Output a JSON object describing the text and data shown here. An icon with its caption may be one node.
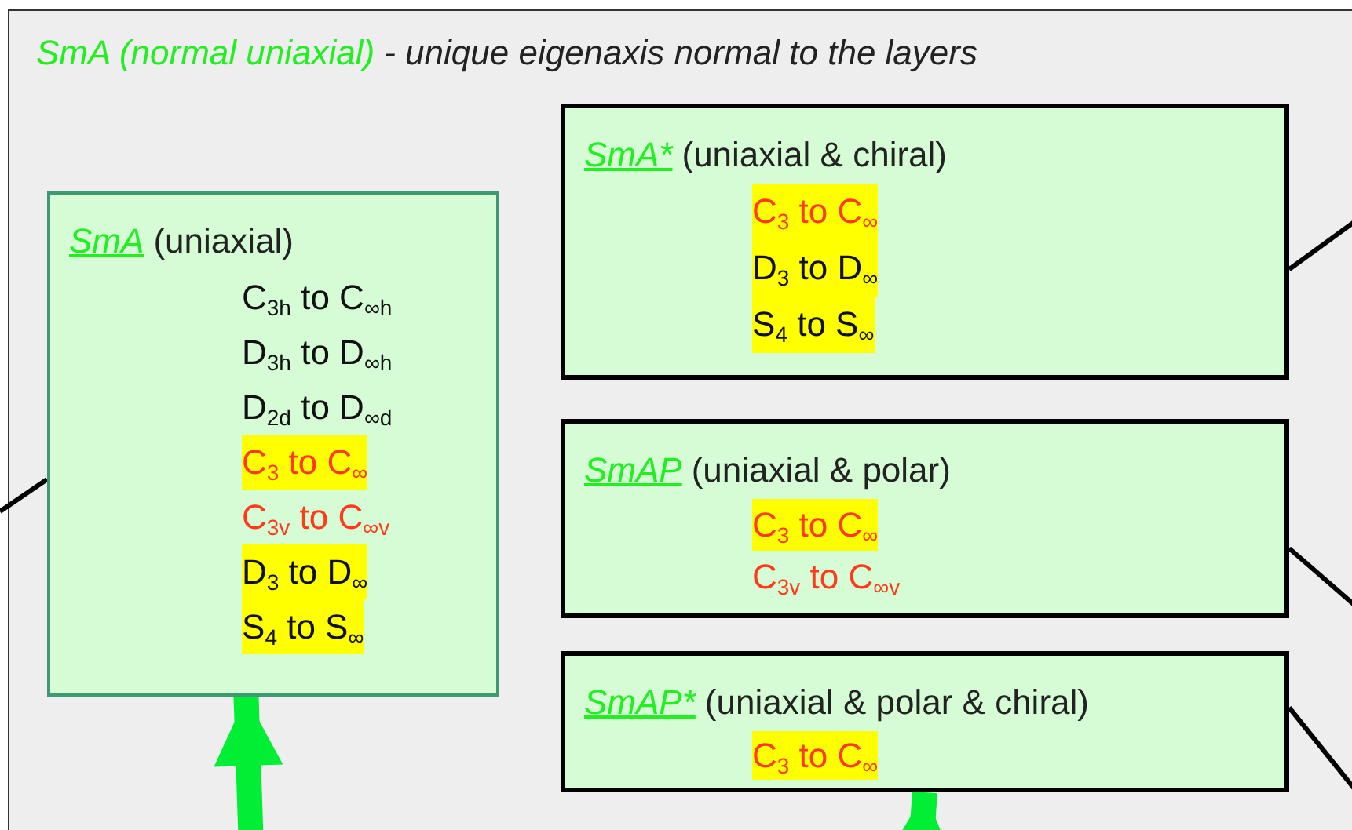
{
  "diagram": {
    "nodes": [
      {
        "text": [
          "SmA (normal uniaxial)",
          "- unique eigenaxis normal to the layers"
        ]
      },
      {
        "text": [
          "SmA",
          "(uniaxial)",
          "C$_{3h}$ to C$_{∞h}$",
          "D$_{3h}$ to D$_{∞h}$",
          "D$_{2d}$ to D$_{∞d}$",
          "C$_{3}$ to C$_{∞}$",
          "C$_{3v}$ to C$_{∞v}$",
          "D$_{3}$ to D$_{∞}$",
          "S$_{4}$ to S$_{∞}$"
        ],
        "in": 0
      },
      {
        "text": [
          "SmA*",
          "(uniaxial & chiral)",
          "C$_{3}$ to C$_{∞}$",
          "D$_{3}$ to D$_{∞}$",
          "S$_{4}$ to S$_{∞}$"
        ],
        "in": 0
      },
      {
        "text": [
          "SmAP",
          "(uniaxial & polar)",
          "C$_{3}$ to C$_{∞}$",
          "C$_{3v}$ to C$_{∞v}$"
        ],
        "in": 0
      },
      {
        "text": [
          "SmAP*",
          "(uniaxial & polar & chiral)",
          "C$_{3}$ to C$_{∞}$"
        ],
        "in": 0
      }
    ],
    "edges": [
      {
        "from": null,
        "to": 1,
        "arrow": "none"
      },
      {
        "from": 2,
        "to": null,
        "arrow": "none"
      },
      {
        "from": 3,
        "to": null,
        "arrow": "none"
      },
      {
        "from": 4,
        "to": null,
        "arrow": "none"
      },
      {
        "from": null,
        "to": 1,
        "arrow": "to",
        "style": "thick",
        "color": "#00ee33"
      },
      {
        "from": null,
        "to": 4,
        "arrow": "to",
        "style": "thick",
        "color": "#00ee33"
      }
    ]
  }
}
